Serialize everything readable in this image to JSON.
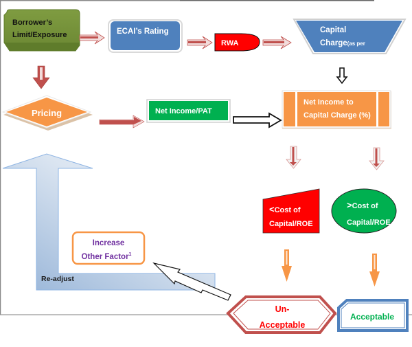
{
  "diagram": {
    "nodes": {
      "borrower": {
        "line1": "Borrower’s",
        "line2": "Limit/Exposure",
        "color": "#76923c"
      },
      "ecai": {
        "label": "ECAI’s Rating",
        "color": "#4f81bd"
      },
      "rwa": {
        "label": "RWA",
        "color": "#ff0000"
      },
      "capital_charge": {
        "line1": "Capital",
        "line2": "Charge",
        "line2_small": "(as per",
        "color": "#4f81bd"
      },
      "pricing": {
        "label": "Pricing",
        "color": "#f79646"
      },
      "net_income": {
        "label": "Net Income/PAT",
        "color": "#00b050"
      },
      "net_income_to_cc": {
        "line1": "Net Income to",
        "line2": "Capital Charge (%)",
        "color": "#f79646"
      },
      "less_than": {
        "symbol": "<",
        "line1": "Cost of",
        "line2": "Capital/ROE",
        "color": "#ff0000"
      },
      "greater_than": {
        "symbol": ">",
        "line1": "Cost of",
        "line2": "Capital/ROE",
        "color": "#00b050"
      },
      "increase_other": {
        "line1": "Increase",
        "line2": "Other Factor",
        "superscript": "1",
        "text_color": "#7030a0",
        "border_color": "#f79646"
      },
      "readjust": {
        "label": "Re-adjust"
      },
      "unacceptable": {
        "line1": "Un-",
        "line2": "Acceptable",
        "text_color": "#ff0000",
        "border_color": "#c0504d"
      },
      "acceptable": {
        "label": "Acceptable",
        "text_color": "#00b050",
        "border_color": "#4f81bd"
      }
    },
    "colors": {
      "red_arrow": "#c0504d",
      "orange_arrow": "#f79646",
      "readjust_arrow": "#b8cce4"
    }
  }
}
